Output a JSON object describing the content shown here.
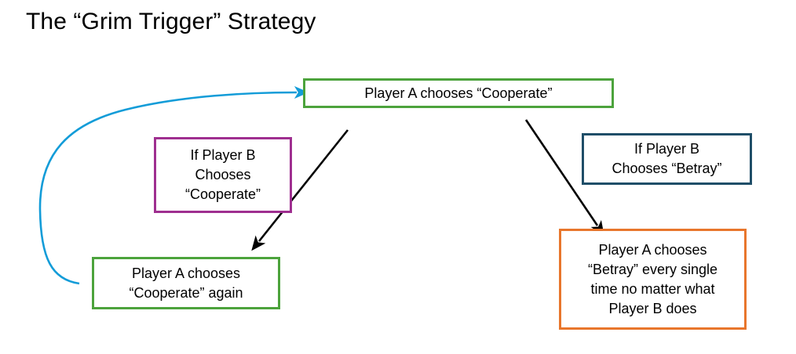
{
  "slide": {
    "title": "The “Grim Trigger” Strategy",
    "background": "#FFFFFF"
  },
  "colors": {
    "green": "#4CA33C",
    "purple": "#9F2F90",
    "dark_blue": "#1F4E68",
    "orange": "#E8762C",
    "cyan_arrow": "#139CD8",
    "black_arrow": "#000000",
    "text": "#000000"
  },
  "nodes": [
    {
      "id": "cooperate-top",
      "label": "Player A chooses “Cooperate”",
      "border_color": "#4CA33C"
    },
    {
      "id": "if-b-cooperate",
      "label": "If Player B\nChooses\n“Cooperate”",
      "border_color": "#9F2F90"
    },
    {
      "id": "if-b-betray",
      "label": "If Player B\nChooses “Betray”",
      "border_color": "#1F4E68"
    },
    {
      "id": "cooperate-again",
      "label": "Player A chooses\n“Cooperate” again",
      "border_color": "#4CA33C"
    },
    {
      "id": "betray-forever",
      "label": "Player A chooses\n“Betray” every single\ntime no matter what\nPlayer B does",
      "border_color": "#E8762C"
    }
  ],
  "connectors": [
    {
      "id": "loop-back-arrow",
      "name": "curved-loop-arrow",
      "from": "cooperate-again",
      "to": "cooperate-top",
      "color": "#139CD8",
      "style": "curved"
    },
    {
      "id": "cooperate-branch-arrow",
      "name": "diagonal-arrow-to-cooperate-again",
      "from": "cooperate-top",
      "to": "cooperate-again",
      "color": "#000000",
      "style": "straight"
    },
    {
      "id": "betray-branch-arrow",
      "name": "diagonal-arrow-to-betray-forever",
      "from": "cooperate-top",
      "to": "betray-forever",
      "color": "#000000",
      "style": "straight"
    }
  ]
}
